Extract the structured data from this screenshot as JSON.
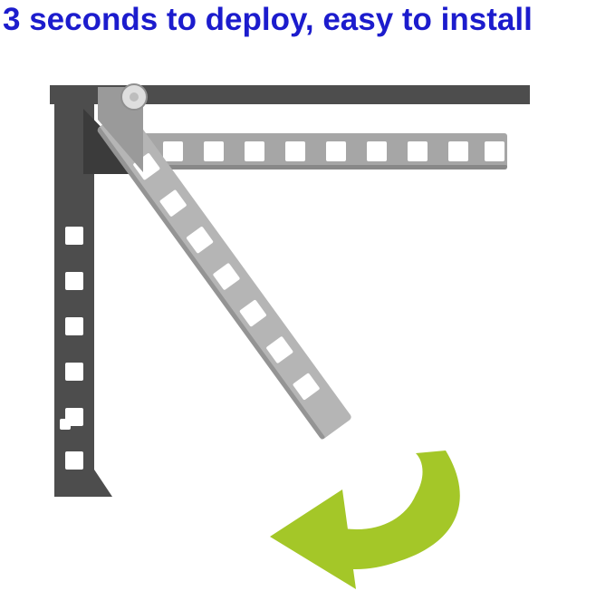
{
  "title": {
    "text": "3 seconds to deploy, easy to install"
  },
  "colors": {
    "background": "#ffffff",
    "accent_blue": "#1c1ccd",
    "dark_gray": "#4d4d4d",
    "darker_gray": "#3b3b3b",
    "arm_gray": "#a6a6a6",
    "diagonal_gray": "#b5b5b5",
    "hinge_gray": "#9a9a9a",
    "bolt_gray": "#dedede",
    "arrow_green": "#a4c728"
  },
  "icons": {
    "rotate_arrow": "curved-arrow-showing-fold-direction",
    "hinge_bolt": "pivot-bolt"
  }
}
